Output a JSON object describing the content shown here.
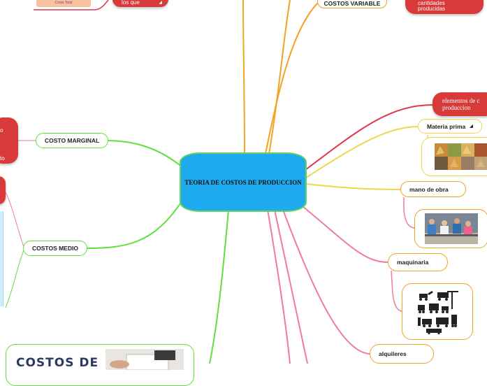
{
  "center_title": "TEORIA DE COSTOS DE PRODUCCION",
  "topics": {
    "costo_marginal": "COSTO MARGINAL",
    "costos_medio": "COSTOS MEDIO",
    "costos_variable": "COSTOS VARIABLE",
    "materia_prima": "Materia prima",
    "mano_de_obra": "mano de obra",
    "maquinaria": "maquinaria",
    "alquileres": "alquileres"
  },
  "notes": {
    "top_left_fragment": "los que",
    "costos_variable_fragment_1": "cantidades",
    "costos_variable_fragment_2": "producidas",
    "elementos_line_1": "elementos de c",
    "elementos_line_2": "produccion",
    "left_fragment_1": "o",
    "left_fragment_2": "to",
    "thumb_top_left": "Costo Total",
    "banner_bottom_left": "COSTOS DE"
  },
  "icons": {
    "expand": "triangle-expand-icon",
    "images": [
      "raw-materials-photo",
      "factory-workers-photo",
      "construction-machinery-icons",
      "office-desk-photo"
    ]
  },
  "colors": {
    "center_fill": "#1fa9ee",
    "green_branch": "#5fe03c",
    "orange_branch": "#f2a227",
    "yellow_branch": "#eed64a",
    "pink_branch": "#f07aa0",
    "red_node": "#d83a3a"
  }
}
